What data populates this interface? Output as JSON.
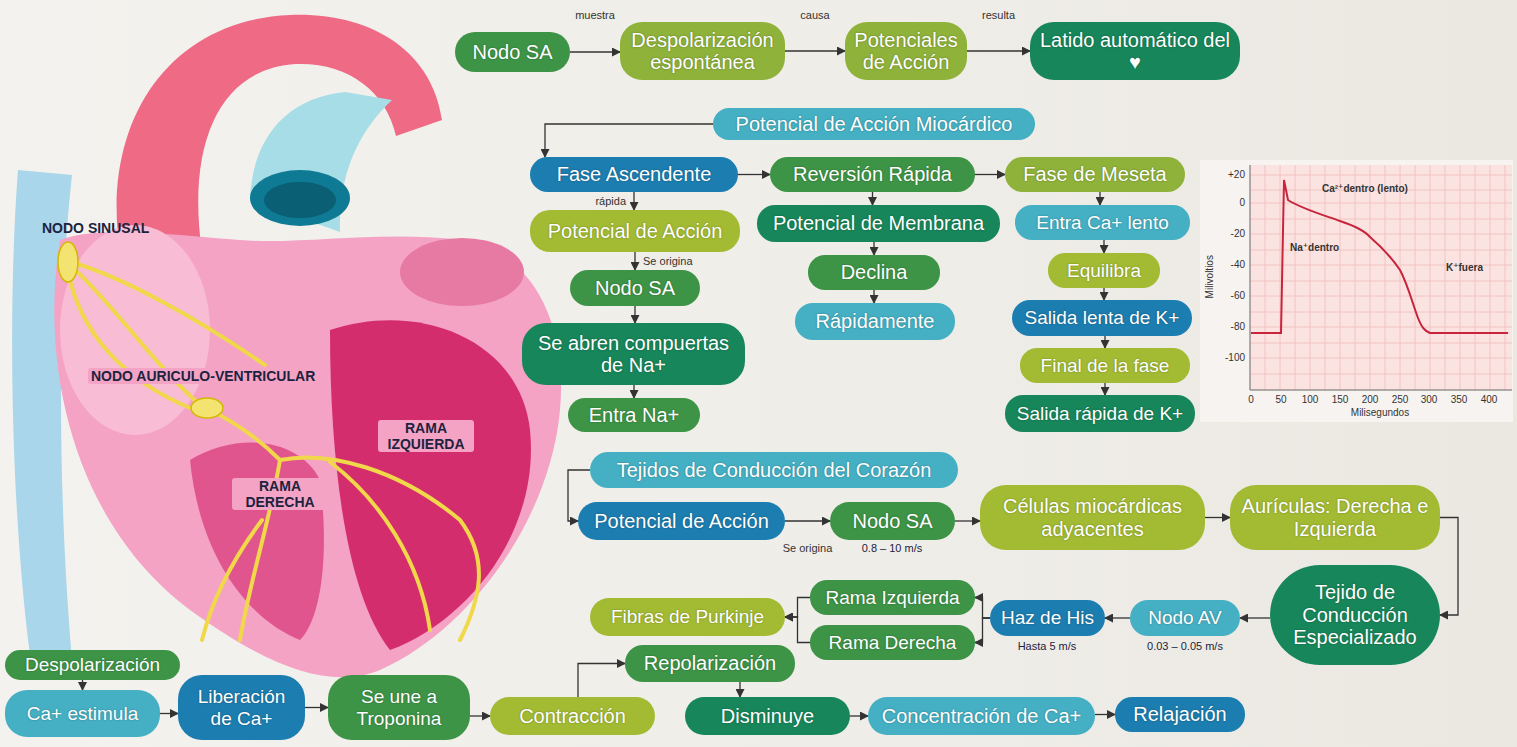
{
  "diagram": {
    "nodes": [
      {
        "text": [
          "Nodo SA"
        ]
      },
      {
        "text": [
          "Despolarización espontánea"
        ]
      },
      {
        "text": [
          "Potenciales de Acción"
        ]
      },
      {
        "text": [
          "Latido automático del ♥"
        ]
      },
      {
        "text": [
          "Potencial de Acción Miocárdico"
        ]
      },
      {
        "text": [
          "Fase Ascendente"
        ]
      },
      {
        "text": [
          "Reversión Rápida"
        ]
      },
      {
        "text": [
          "Fase de Meseta"
        ]
      },
      {
        "text": [
          "Potencial de Acción"
        ]
      },
      {
        "text": [
          "Nodo SA"
        ]
      },
      {
        "text": [
          "Se abren compuertas de Na+"
        ]
      },
      {
        "text": [
          "Entra Na+"
        ]
      },
      {
        "text": [
          "Potencial de Membrana"
        ]
      },
      {
        "text": [
          "Declina"
        ]
      },
      {
        "text": [
          "Rápidamente"
        ]
      },
      {
        "text": [
          "Entra Ca+ lento"
        ]
      },
      {
        "text": [
          "Equilibra"
        ]
      },
      {
        "text": [
          "Salida lenta de K+"
        ]
      },
      {
        "text": [
          "Final de la fase"
        ]
      },
      {
        "text": [
          "Salida rápida de K+"
        ]
      },
      {
        "text": [
          "Tejidos de Conducción del Corazón"
        ]
      },
      {
        "text": [
          "Potencial de Acción"
        ]
      },
      {
        "text": [
          "Nodo SA"
        ]
      },
      {
        "text": [
          "Células miocárdicas adyacentes"
        ]
      },
      {
        "text": [
          "Aurículas: Derecha e Izquierda"
        ]
      },
      {
        "text": [
          "Tejido de Conducción Especializado"
        ]
      },
      {
        "text": [
          "Nodo AV"
        ]
      },
      {
        "text": [
          "Haz de His"
        ]
      },
      {
        "text": [
          "Rama Izquierda"
        ]
      },
      {
        "text": [
          "Rama Derecha"
        ]
      },
      {
        "text": [
          "Fibras de Purkinje"
        ]
      },
      {
        "text": [
          "Despolarización"
        ]
      },
      {
        "text": [
          "Ca+ estimula"
        ]
      },
      {
        "text": [
          "Liberación de Ca+"
        ]
      },
      {
        "text": [
          "Se une a Troponina"
        ]
      },
      {
        "text": [
          "Contracción"
        ]
      },
      {
        "text": [
          "Repolarización"
        ]
      },
      {
        "text": [
          "Disminuye"
        ]
      },
      {
        "text": [
          "Concentración de Ca+"
        ]
      },
      {
        "text": [
          "Relajación"
        ]
      }
    ],
    "edges": [
      {
        "from": 0,
        "to": 1,
        "arrow": "to",
        "label": "muestra"
      },
      {
        "from": 1,
        "to": 2,
        "arrow": "to",
        "label": "causa"
      },
      {
        "from": 2,
        "to": 3,
        "arrow": "to",
        "label": "resulta"
      },
      {
        "from": 4,
        "to": 5,
        "arrow": "to"
      },
      {
        "from": 5,
        "to": 6,
        "arrow": "to"
      },
      {
        "from": 6,
        "to": 7,
        "arrow": "to"
      },
      {
        "from": 5,
        "to": 8,
        "arrow": "to",
        "label": "rápida"
      },
      {
        "from": 8,
        "to": 9,
        "arrow": "to",
        "label": "Se origina"
      },
      {
        "from": 9,
        "to": 10,
        "arrow": "to"
      },
      {
        "from": 10,
        "to": 11,
        "arrow": "to"
      },
      {
        "from": 6,
        "to": 12,
        "arrow": "to"
      },
      {
        "from": 12,
        "to": 13,
        "arrow": "to"
      },
      {
        "from": 13,
        "to": 14,
        "arrow": "to"
      },
      {
        "from": 7,
        "to": 15,
        "arrow": "to"
      },
      {
        "from": 15,
        "to": 16,
        "arrow": "to"
      },
      {
        "from": 16,
        "to": 17,
        "arrow": "to"
      },
      {
        "from": 17,
        "to": 18,
        "arrow": "to"
      },
      {
        "from": 18,
        "to": 19,
        "arrow": "to"
      },
      {
        "from": 20,
        "to": 21,
        "arrow": "to"
      },
      {
        "from": 21,
        "to": 22,
        "arrow": "to",
        "label": "Se origina"
      },
      {
        "from": 22,
        "to": 23,
        "arrow": "to"
      },
      {
        "from": 23,
        "to": 24,
        "arrow": "to"
      },
      {
        "from": 24,
        "to": 25,
        "arrow": "to"
      },
      {
        "from": 25,
        "to": 26,
        "arrow": "to"
      },
      {
        "from": 26,
        "to": 27,
        "arrow": "to"
      },
      {
        "from": 27,
        "to": 28,
        "arrow": "to"
      },
      {
        "from": 27,
        "to": 29,
        "arrow": "to"
      },
      {
        "from": 28,
        "to": 30,
        "arrow": "to"
      },
      {
        "from": 29,
        "to": 30,
        "arrow": "to"
      },
      {
        "from": 31,
        "to": 32,
        "arrow": "to"
      },
      {
        "from": 32,
        "to": 33,
        "arrow": "to"
      },
      {
        "from": 33,
        "to": 34,
        "arrow": "to"
      },
      {
        "from": 34,
        "to": 35,
        "arrow": "to"
      },
      {
        "from": 35,
        "to": 36,
        "arrow": "to"
      },
      {
        "from": 36,
        "to": 37,
        "arrow": "to"
      },
      {
        "from": 37,
        "to": 38,
        "arrow": "to"
      },
      {
        "from": 38,
        "to": 39,
        "arrow": "to"
      }
    ],
    "labels": [
      "NODO SINUSAL",
      "NODO AURICULO-VENTRICULAR",
      "RAMA IZQUIERDA",
      "RAMA DERECHA",
      "0.8 – 10 m/s",
      "0.03 – 0.05 m/s",
      "Hasta 5 m/s",
      "+20",
      "0",
      "-20",
      "-40",
      "-60",
      "-80",
      "-100",
      "Milivoltios",
      "0",
      "50",
      "100",
      "150",
      "200",
      "250",
      "300",
      "350",
      "400",
      "Milisegundos",
      "Ca²⁺dentro (lento)",
      "Na⁺dentro",
      "K⁺fuera"
    ]
  }
}
